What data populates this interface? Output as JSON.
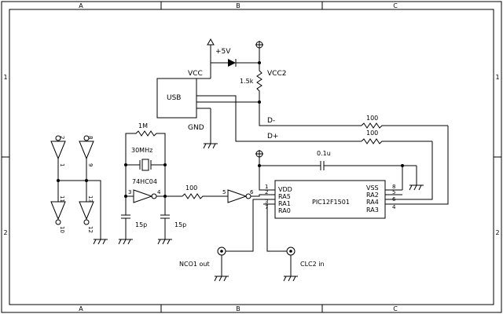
{
  "frame": {
    "columns": [
      "A",
      "B",
      "C"
    ],
    "rows": [
      "1",
      "2"
    ]
  },
  "labels": {
    "vcc": "VCC",
    "gnd": "GND",
    "usb": "USB",
    "plus5v": "+5V",
    "vcc2": "VCC2",
    "r_pullup": "1.5k",
    "d_minus": "D-",
    "d_plus": "D+",
    "r_dminus": "100",
    "r_dplus": "100",
    "r_feedback": "1M",
    "crystal": "30MHz",
    "ic_74hc04": "74HC04",
    "pin3": "3",
    "pin4": "4",
    "pin5": "5",
    "pin6": "6",
    "r_series": "100",
    "cap_left": "15p",
    "cap_right": "15p",
    "cap_bypass": "0.1u",
    "mcu": "PIC12F1501",
    "nco1_out": "NCO1 out",
    "clc2_in": "CLC2 in"
  },
  "mcu_pins_left": [
    {
      "num": "1",
      "name": "VDD"
    },
    {
      "num": "2",
      "name": "RA5"
    },
    {
      "num": "3",
      "name": "RA1"
    },
    {
      "num": "7",
      "name": "RA0"
    }
  ],
  "mcu_pins_right": [
    {
      "num": "8",
      "name": "VSS"
    },
    {
      "num": "5",
      "name": "RA2"
    },
    {
      "num": "6",
      "name": "RA4"
    },
    {
      "num": "4",
      "name": "RA3"
    }
  ],
  "unused_gates": {
    "top": [
      "2",
      "8",
      "1",
      "9"
    ],
    "bottom": [
      "11",
      "13",
      "10",
      "12"
    ]
  }
}
